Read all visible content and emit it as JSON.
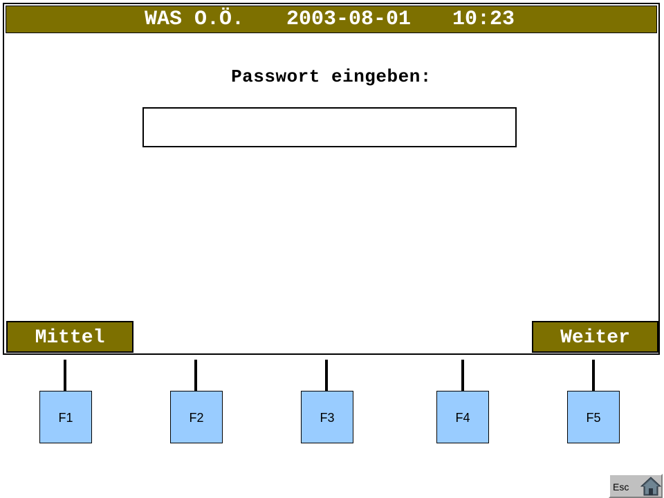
{
  "header": {
    "station": "WAS O.Ö.",
    "date": "2003-08-01",
    "time": "10:23"
  },
  "prompt": {
    "label": "Passwort eingeben:",
    "password_value": ""
  },
  "softkeys": {
    "left_label": "Mittel",
    "right_label": "Weiter"
  },
  "function_keys": [
    "F1",
    "F2",
    "F3",
    "F4",
    "F5"
  ],
  "esc": {
    "label": "Esc",
    "icon": "home-icon"
  },
  "colors": {
    "bar": "#7d7000",
    "fkey": "#99ccff"
  }
}
